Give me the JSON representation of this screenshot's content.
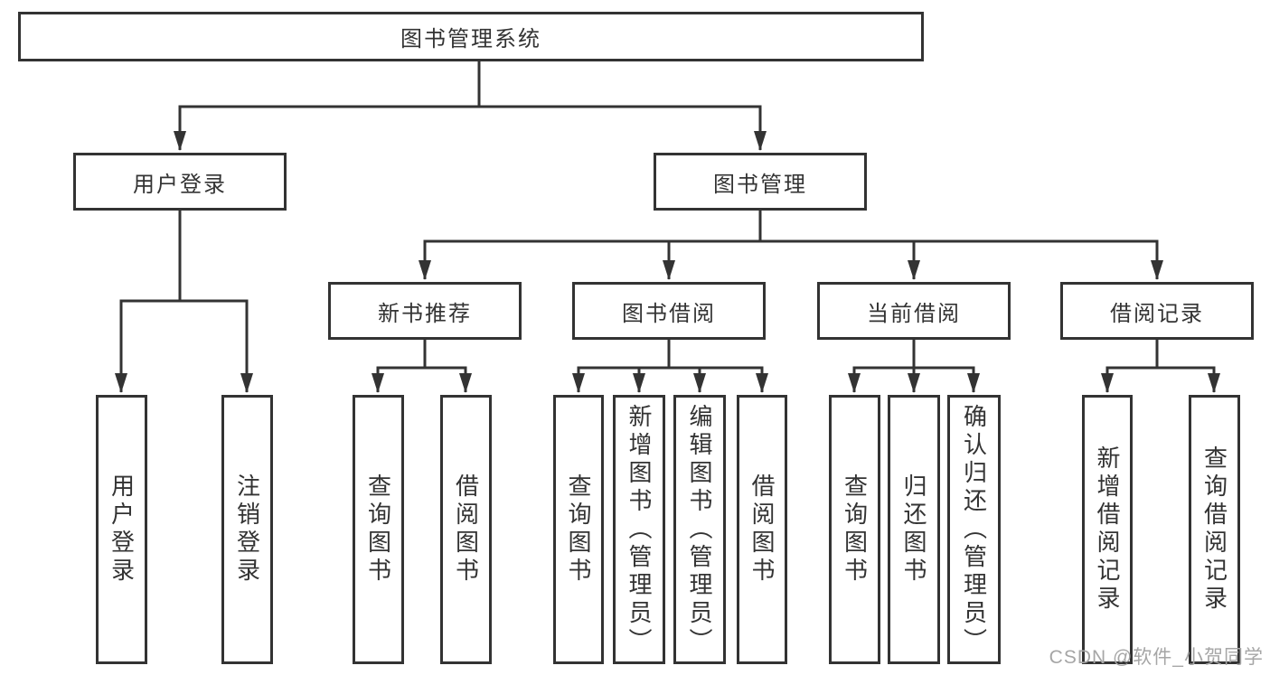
{
  "diagram": {
    "root": {
      "label": "图书管理系统"
    },
    "branches": [
      {
        "label": "用户登录",
        "children": [
          {
            "label": "用户登录"
          },
          {
            "label": "注销登录"
          }
        ]
      },
      {
        "label": "图书管理",
        "children": [
          {
            "label": "新书推荐",
            "children": [
              {
                "label": "查询图书"
              },
              {
                "label": "借阅图书"
              }
            ]
          },
          {
            "label": "图书借阅",
            "children": [
              {
                "label": "查询图书"
              },
              {
                "label": "新增图书（管理员）"
              },
              {
                "label": "编辑图书（管理员）"
              },
              {
                "label": "借阅图书"
              }
            ]
          },
          {
            "label": "当前借阅",
            "children": [
              {
                "label": "查询图书"
              },
              {
                "label": "归还图书"
              },
              {
                "label": "确认归还（管理员）"
              }
            ]
          },
          {
            "label": "借阅记录",
            "children": [
              {
                "label": "新增借阅记录"
              },
              {
                "label": "查询借阅记录"
              }
            ]
          }
        ]
      }
    ]
  },
  "watermark": {
    "text": "CSDN @软件_小贺同学"
  },
  "colors": {
    "line": "#333333",
    "text": "#333333",
    "background": "#ffffff",
    "watermark": "#a6a6a6"
  }
}
